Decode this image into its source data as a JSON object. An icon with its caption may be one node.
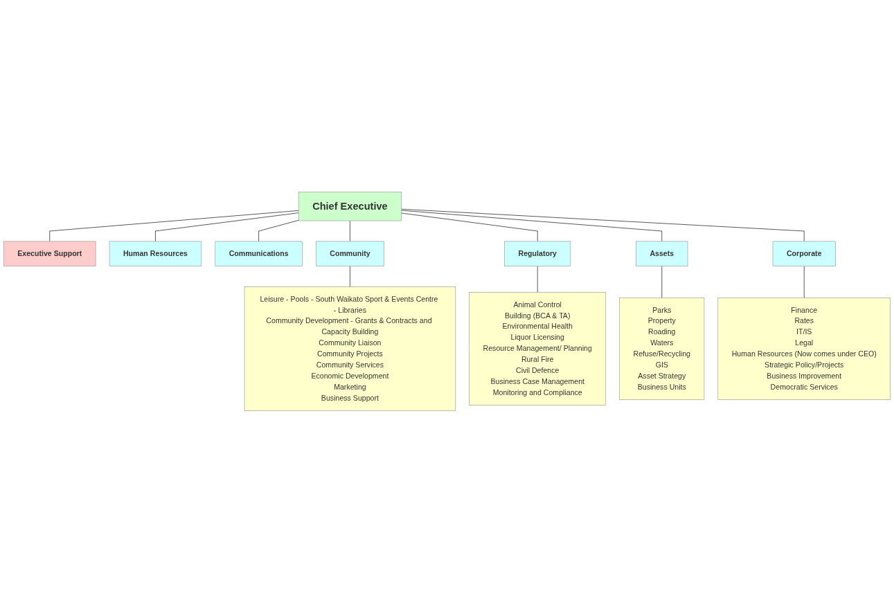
{
  "diagram": {
    "nodes": [
      {
        "text": [
          "Chief Executive"
        ]
      },
      {
        "text": [
          "Executive Support"
        ]
      },
      {
        "text": [
          "Human Resources"
        ]
      },
      {
        "text": [
          "Communications"
        ]
      },
      {
        "text": [
          "Community"
        ]
      },
      {
        "text": [
          "Regulatory"
        ]
      },
      {
        "text": [
          "Assets"
        ]
      },
      {
        "text": [
          "Corporate"
        ]
      },
      {
        "text": [
          "Leisure - Pools - South Waikato Sport & Events Centre - Libraries",
          "Community Development - Grants & Contracts and Capacity Building",
          "Community Liaison",
          "Community Projects",
          "Community Services",
          "Economic Development",
          "Marketing",
          "Business Support"
        ]
      },
      {
        "text": [
          "Animal Control",
          "Building (BCA & TA)",
          "Environmental Health",
          "Liquor Licensing",
          "Resource Management/ Planning",
          "Rural Fire",
          "Civil Defence",
          "Business Case Management",
          "Monitoring and Compliance"
        ]
      },
      {
        "text": [
          "Parks",
          "Property",
          "Roading",
          "Waters",
          "Refuse/Recycling",
          "GIS",
          "Asset Strategy",
          "Business Units"
        ]
      },
      {
        "text": [
          "Finance",
          "Rates",
          "IT/IS",
          "Legal",
          "Human Resources (Now comes under CEO)",
          "Strategic Policy/Projects",
          "Business Improvement",
          "Democratic Services"
        ]
      }
    ],
    "edges": [
      {
        "from": 0,
        "to": 1,
        "arrow": "none"
      },
      {
        "from": 0,
        "to": 2,
        "arrow": "none"
      },
      {
        "from": 0,
        "to": 3,
        "arrow": "none"
      },
      {
        "from": 0,
        "to": 4,
        "arrow": "none"
      },
      {
        "from": 0,
        "to": 5,
        "arrow": "none"
      },
      {
        "from": 0,
        "to": 6,
        "arrow": "none"
      },
      {
        "from": 0,
        "to": 7,
        "arrow": "none"
      },
      {
        "from": 4,
        "to": 8,
        "arrow": "none"
      },
      {
        "from": 5,
        "to": 9,
        "arrow": "none"
      },
      {
        "from": 6,
        "to": 10,
        "arrow": "none"
      },
      {
        "from": 7,
        "to": 11,
        "arrow": "none"
      }
    ]
  }
}
